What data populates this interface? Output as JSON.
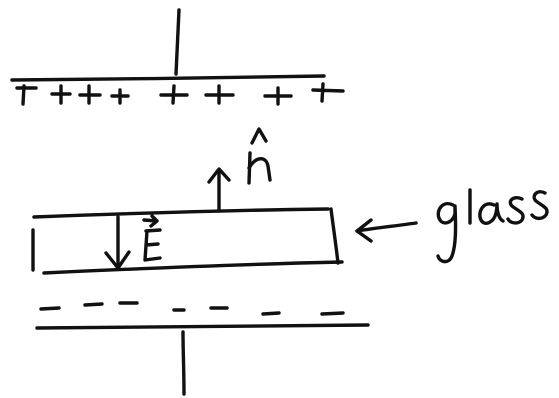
{
  "labels": {
    "normal": "n̂",
    "field": "E",
    "material": "glass",
    "top_plate_charges": "+ + + + + + +",
    "bottom_plate_charges": "- - - - - - -"
  },
  "colors": {
    "ink": "#111111",
    "background": "#ffffff"
  }
}
